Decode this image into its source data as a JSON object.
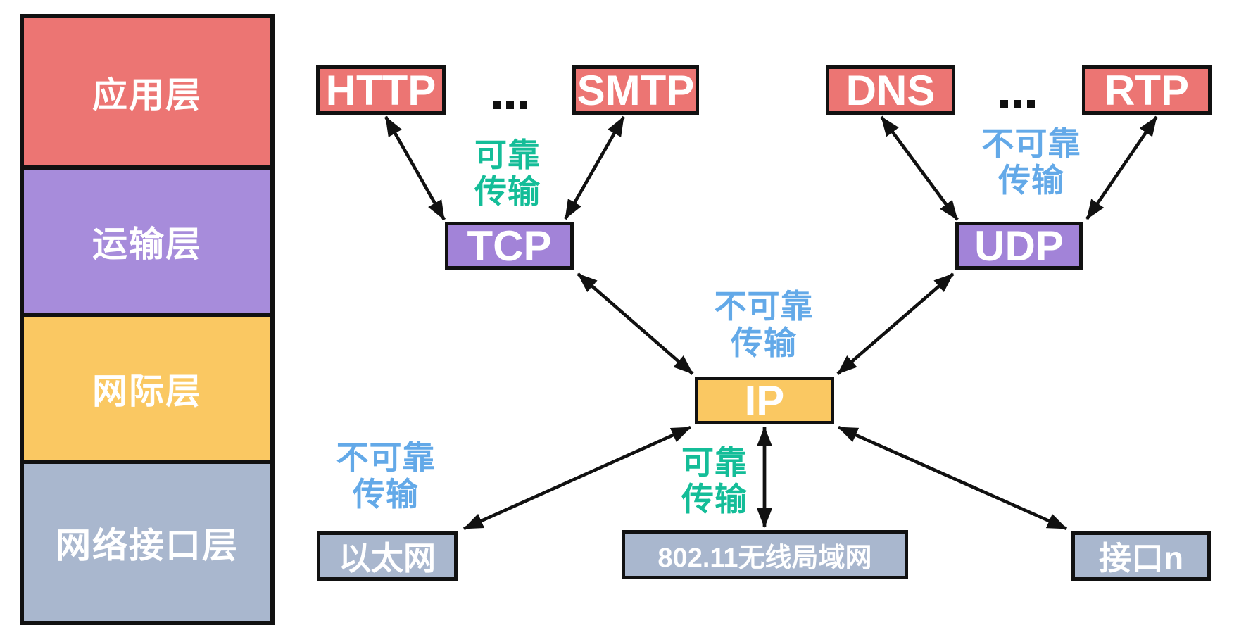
{
  "colors": {
    "application_red": "#EC7573",
    "transport_purple": "#A283D8",
    "internet_yellow": "#FAC862",
    "link_gray": "#A9B7CE",
    "reliable_green": "#14BD98",
    "unreliable_blue": "#63A9E8",
    "border_black": "#111111",
    "background": "#FFFFFF"
  },
  "stack": {
    "layers": [
      {
        "label": "应用层"
      },
      {
        "label": "运输层"
      },
      {
        "label": "网际层"
      },
      {
        "label": "网络接口层"
      }
    ]
  },
  "protocols": {
    "http": "HTTP",
    "smtp": "SMTP",
    "dns": "DNS",
    "rtp": "RTP",
    "tcp": "TCP",
    "udp": "UDP",
    "ip": "IP",
    "ethernet": "以太网",
    "wlan": "802.11无线局域网",
    "interface_n": "接口n"
  },
  "annotations": {
    "tcp_reliable": {
      "line1": "可靠",
      "line2": "传输"
    },
    "udp_unreliable": {
      "line1": "不可靠",
      "line2": "传输"
    },
    "ip_unreliable": {
      "line1": "不可靠",
      "line2": "传输"
    },
    "ethernet_unreliable": {
      "line1": "不可靠",
      "line2": "传输"
    },
    "wlan_reliable": {
      "line1": "可靠",
      "line2": "传输"
    }
  },
  "ellipsis": {
    "left": "···",
    "right": "···"
  }
}
